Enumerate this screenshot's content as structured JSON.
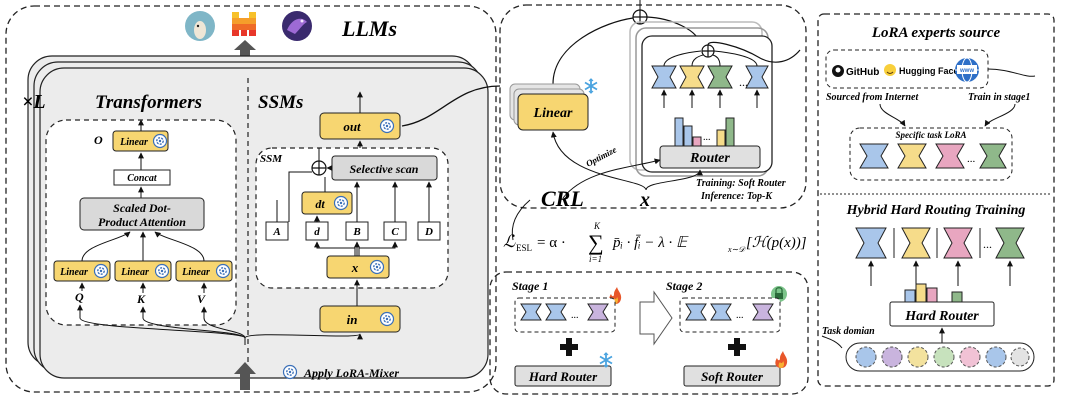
{
  "llms": {
    "title": "LLMs"
  },
  "left": {
    "repeat": "×L",
    "transformers": "Transformers",
    "ssms": "SSMs",
    "apply": "Apply LoRA-Mixer",
    "t": {
      "o": "O",
      "linear": "Linear",
      "concat": "Concat",
      "sdpa1": "Scaled Dot-",
      "sdpa2": "Product Attention",
      "q": "Q",
      "k": "K",
      "v": "V"
    },
    "s": {
      "out": "out",
      "ssm": "SSM",
      "selective": "Selective scan",
      "dt": "dt",
      "x": "x",
      "in": "in",
      "a": "A",
      "d": "d",
      "b": "B",
      "c": "C",
      "d2": "D"
    }
  },
  "middle": {
    "linear": "Linear",
    "optimize": "Optimize",
    "router": "Router",
    "crl": "CRL",
    "x": "x",
    "training": "Training: Soft Router",
    "inference": "Inference: Top-K",
    "formula": {
      "lhs": "ℒ",
      "lhs_sub": "ESL",
      "eq": "= α ·",
      "sum": "∑",
      "sum_top": "K",
      "sum_bot": "i=1",
      "terms": "p̄ᵢ · f̄ᵢ − λ · 𝔼",
      "e_sub": "x∼𝒟",
      "bracket": "[ℋ(p(x))]"
    },
    "stage1": "Stage 1",
    "stage2": "Stage 2",
    "ellipsis": "...",
    "hard_router": "Hard Router",
    "soft_router": "Soft Router"
  },
  "right": {
    "source_title": "LoRA experts source",
    "github": "GitHub",
    "hf": "Hugging Face",
    "www": "www",
    "internet": "Sourced from Internet",
    "stage1": "Train in stage1",
    "specific": "Specific task LoRA",
    "ellipsis": "...",
    "hybrid": "Hybrid Hard Routing Training",
    "hard_router": "Hard Router",
    "domain": "Task domian"
  },
  "colors": {
    "blue": "#a9c6ea",
    "yellow": "#f6dc8a",
    "pink": "#e8a6c0",
    "green": "#8fb88a",
    "gray": "#e3e3e3",
    "linear_yellow": "#f7d671",
    "purple": "#c9b4de",
    "lgreen": "#c7e2bd",
    "lyellow": "#f3e29e"
  }
}
